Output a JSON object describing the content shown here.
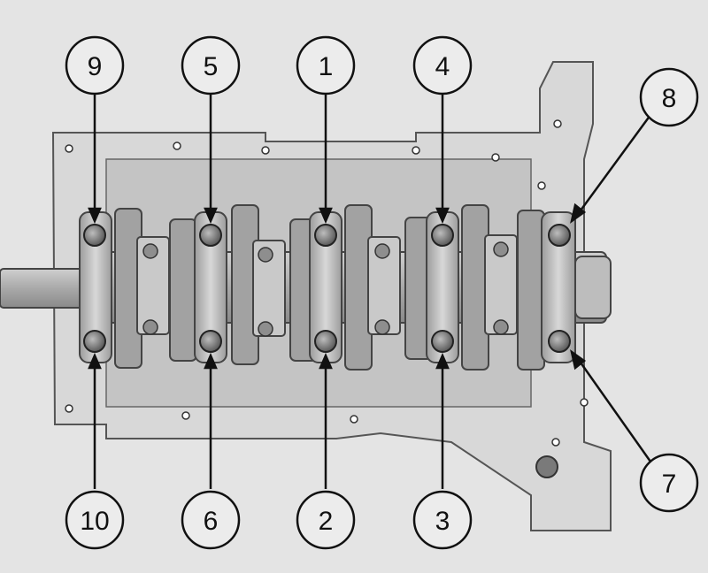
{
  "colors": {
    "background": "#e4e4e4",
    "line": "#111111",
    "casting": "#d2d2d2",
    "casting_dark": "#a8a8a8",
    "bolt": "#6e6e6e"
  },
  "callouts": {
    "c1": "1",
    "c2": "2",
    "c3": "3",
    "c4": "4",
    "c5": "5",
    "c6": "6",
    "c7": "7",
    "c8": "8",
    "c9": "9",
    "c10": "10"
  }
}
